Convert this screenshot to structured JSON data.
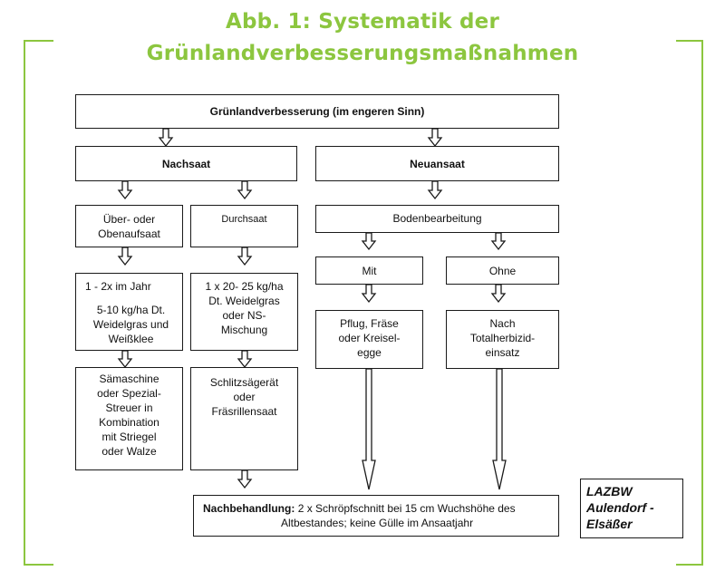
{
  "figure": {
    "title_line1": "Abb. 1: Systematik der",
    "title_line2": "Grünlandverbesserungsmaßnahmen",
    "accent_color": "#8cc63f"
  },
  "nodes": {
    "root": "Grünlandverbesserung (im engeren Sinn)",
    "nachsaat": "Nachsaat",
    "neuansaat": "Neuansaat",
    "ueberoder_l1": "Über- oder",
    "ueberoder_l2": "Obenaufsaat",
    "durchsaat": "Durchsaat",
    "bodenbearbeitung": "Bodenbearbeitung",
    "mit": "Mit",
    "ohne": "Ohne",
    "rate1_l1": "1 - 2x im Jahr",
    "rate1_l2": "5-10 kg/ha Dt.",
    "rate1_l3": "Weidelgras und",
    "rate1_l4": "Weißklee",
    "rate2_l1": "1 x 20- 25 kg/ha",
    "rate2_l2": "Dt. Weidelgras",
    "rate2_l3": "oder NS-",
    "rate2_l4": "Mischung",
    "pflug_l1": "Pflug, Fräse",
    "pflug_l2": "oder Kreisel-",
    "pflug_l3": "egge",
    "nach_l1": "Nach",
    "nach_l2": "Totalherbizid-",
    "nach_l3": "einsatz",
    "saemaschine_l1": "Sämaschine",
    "saemaschine_l2": "oder Spezial-",
    "saemaschine_l3": "Streuer in",
    "saemaschine_l4": "Kombination",
    "saemaschine_l5": "mit Striegel",
    "saemaschine_l6": "oder Walze",
    "schlitz_l1": "Schlitzsägerät",
    "schlitz_l2": "oder",
    "schlitz_l3": "Fräsrillensaat",
    "nachbehandlung_label": "Nachbehandlung:",
    "nachbehandlung_text_l1": "2 x Schröpfschnitt bei 15 cm Wuchshöhe des",
    "nachbehandlung_text_l2": "Altbestandes; keine Gülle im Ansaatjahr"
  },
  "credit": {
    "line1": "LAZBW",
    "line2": "Aulendorf -",
    "line3": "Elsäßer"
  }
}
